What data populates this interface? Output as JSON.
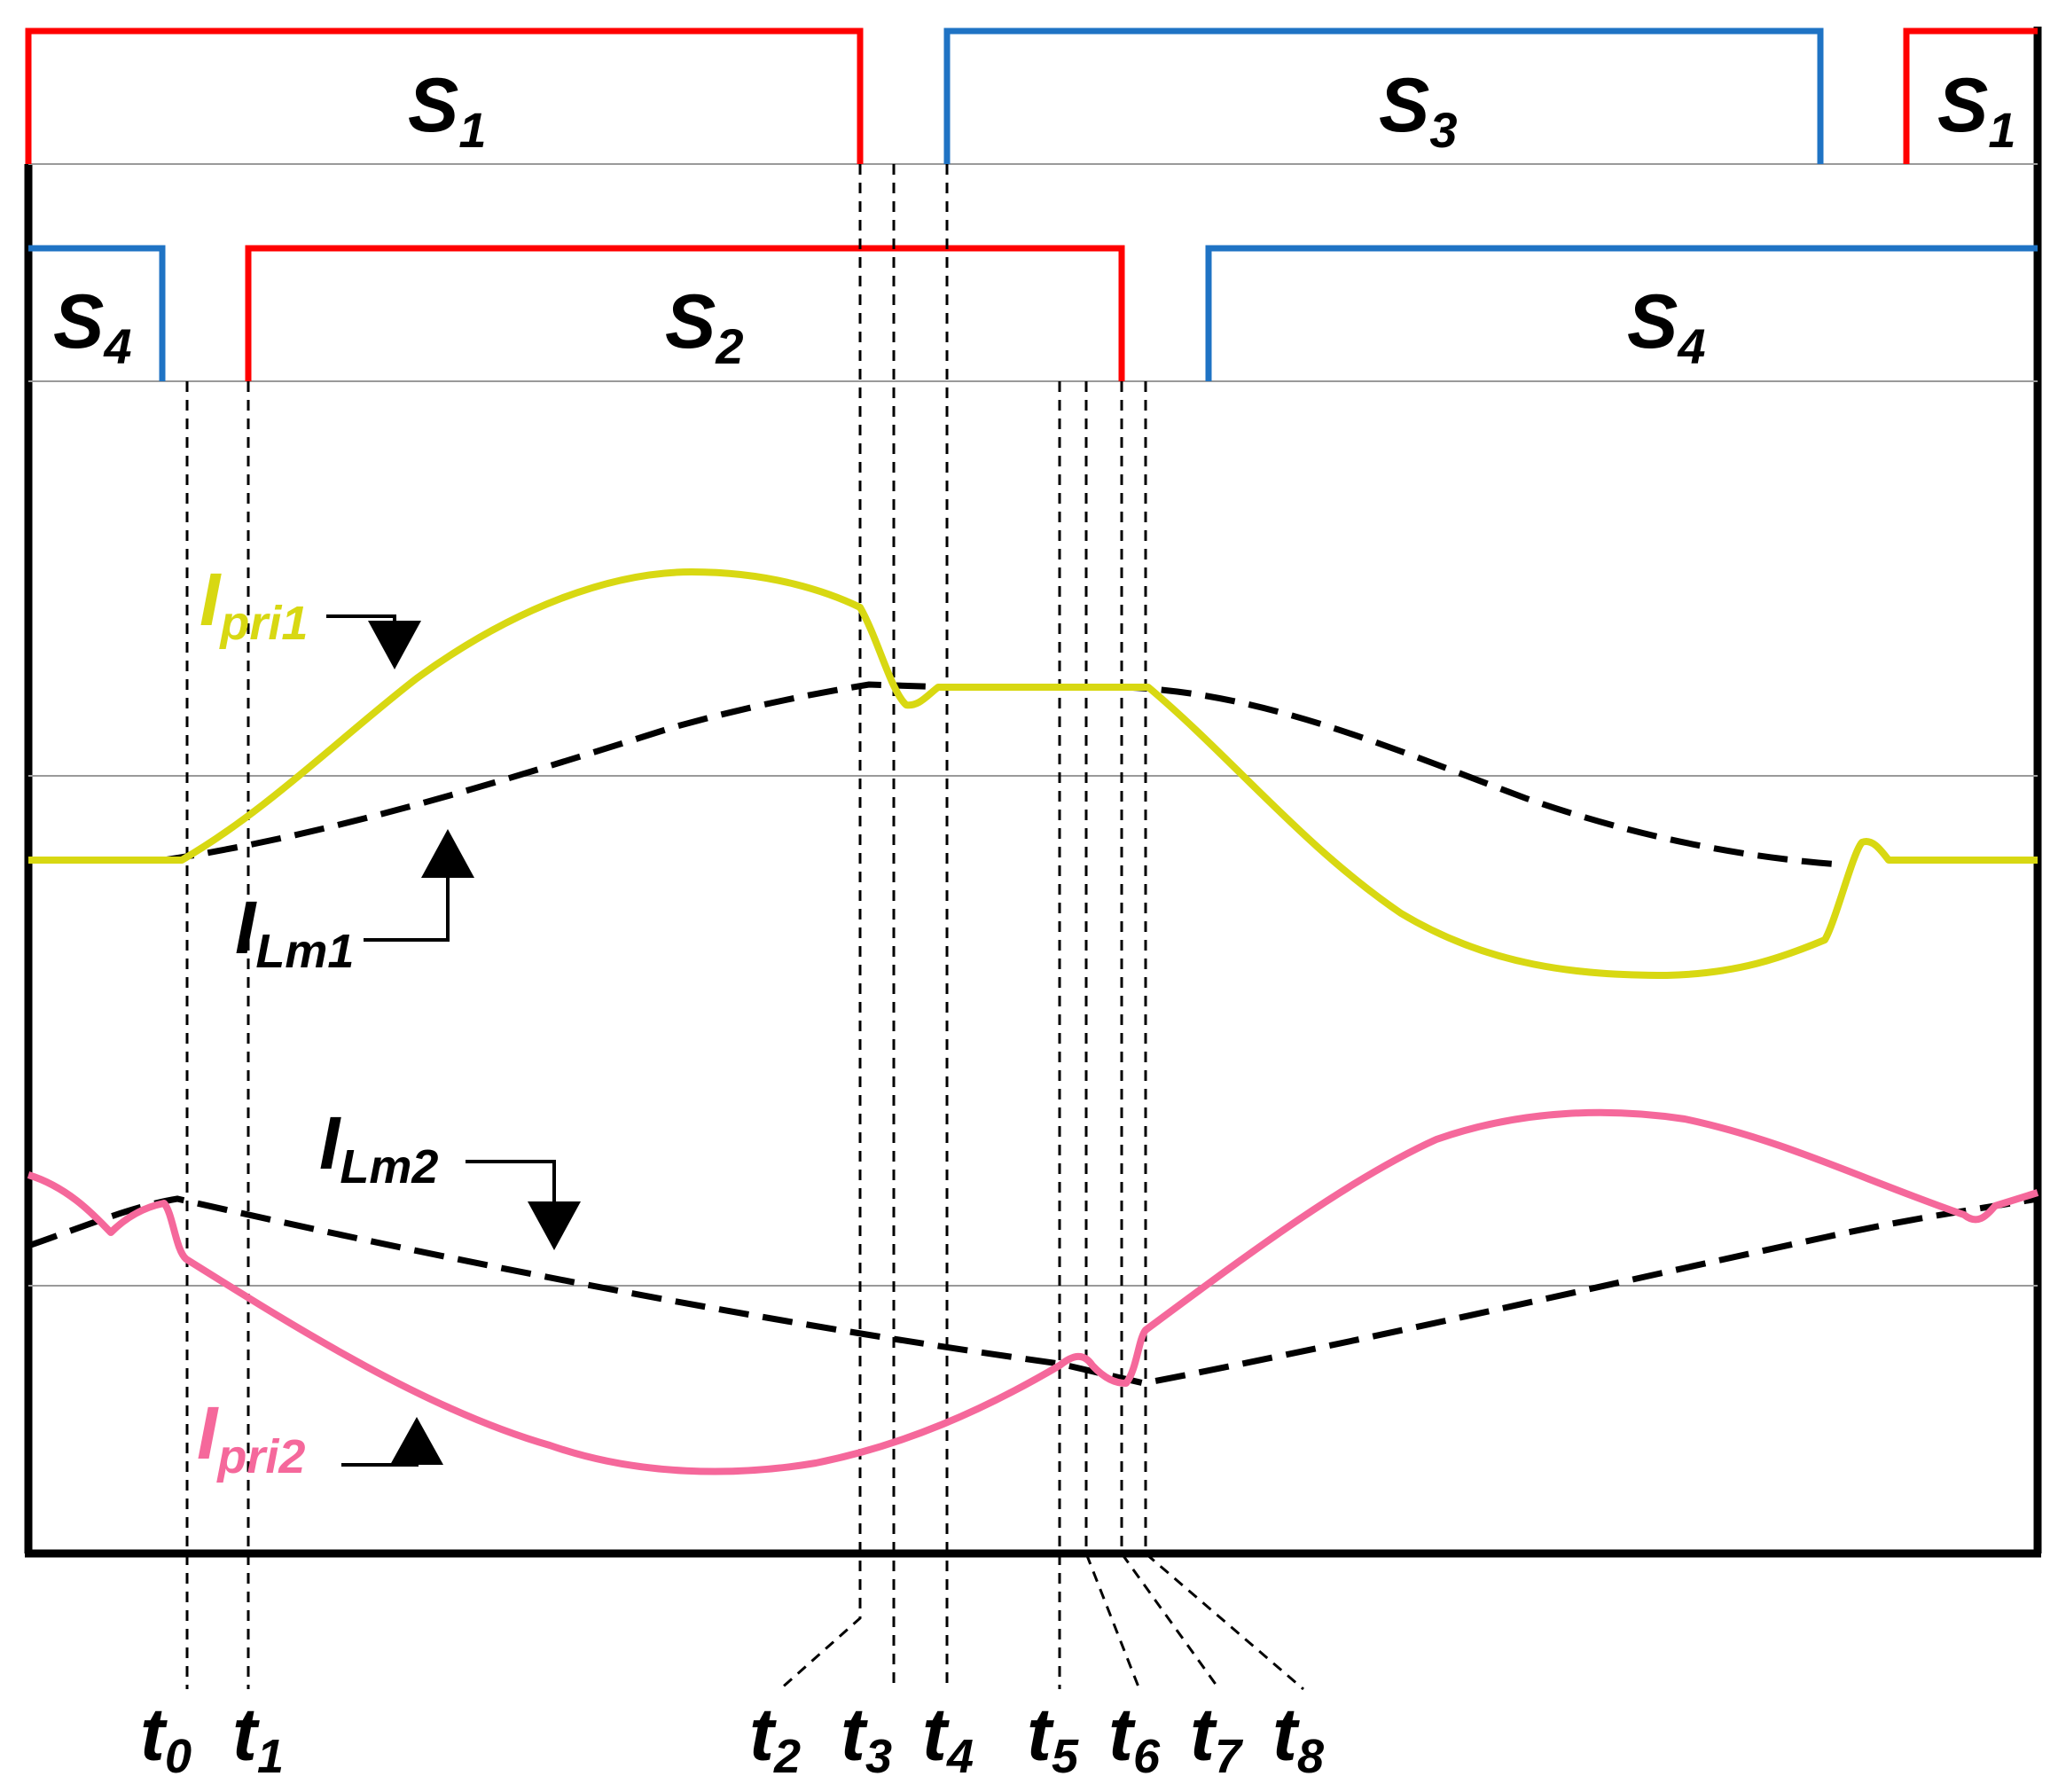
{
  "colors": {
    "s_red": "#ff0000",
    "s_blue": "#1f73c4",
    "i_pri1": "#d8d812",
    "i_pri2": "#f5689b",
    "magnetizing": "#000000",
    "frame": "#000000"
  },
  "switch_signals": [
    {
      "label_main": "S",
      "label_sub": "1"
    },
    {
      "label_main": "S",
      "label_sub": "3"
    },
    {
      "label_main": "S",
      "label_sub": "1"
    },
    {
      "label_main": "S",
      "label_sub": "4"
    },
    {
      "label_main": "S",
      "label_sub": "2"
    },
    {
      "label_main": "S",
      "label_sub": "4"
    }
  ],
  "currents": {
    "ipri1": {
      "label_main": "I",
      "label_sub": "pri1"
    },
    "ilm1": {
      "label_main": "I",
      "label_sub": "Lm1"
    },
    "ilm2": {
      "label_main": "I",
      "label_sub": "Lm2"
    },
    "ipri2": {
      "label_main": "I",
      "label_sub": "pri2"
    }
  },
  "time_instants": [
    {
      "main": "t",
      "sub": "0"
    },
    {
      "main": "t",
      "sub": "1"
    },
    {
      "main": "t",
      "sub": "2"
    },
    {
      "main": "t",
      "sub": "3"
    },
    {
      "main": "t",
      "sub": "4"
    },
    {
      "main": "t",
      "sub": "5"
    },
    {
      "main": "t",
      "sub": "6"
    },
    {
      "main": "t",
      "sub": "7"
    },
    {
      "main": "t",
      "sub": "8"
    }
  ]
}
